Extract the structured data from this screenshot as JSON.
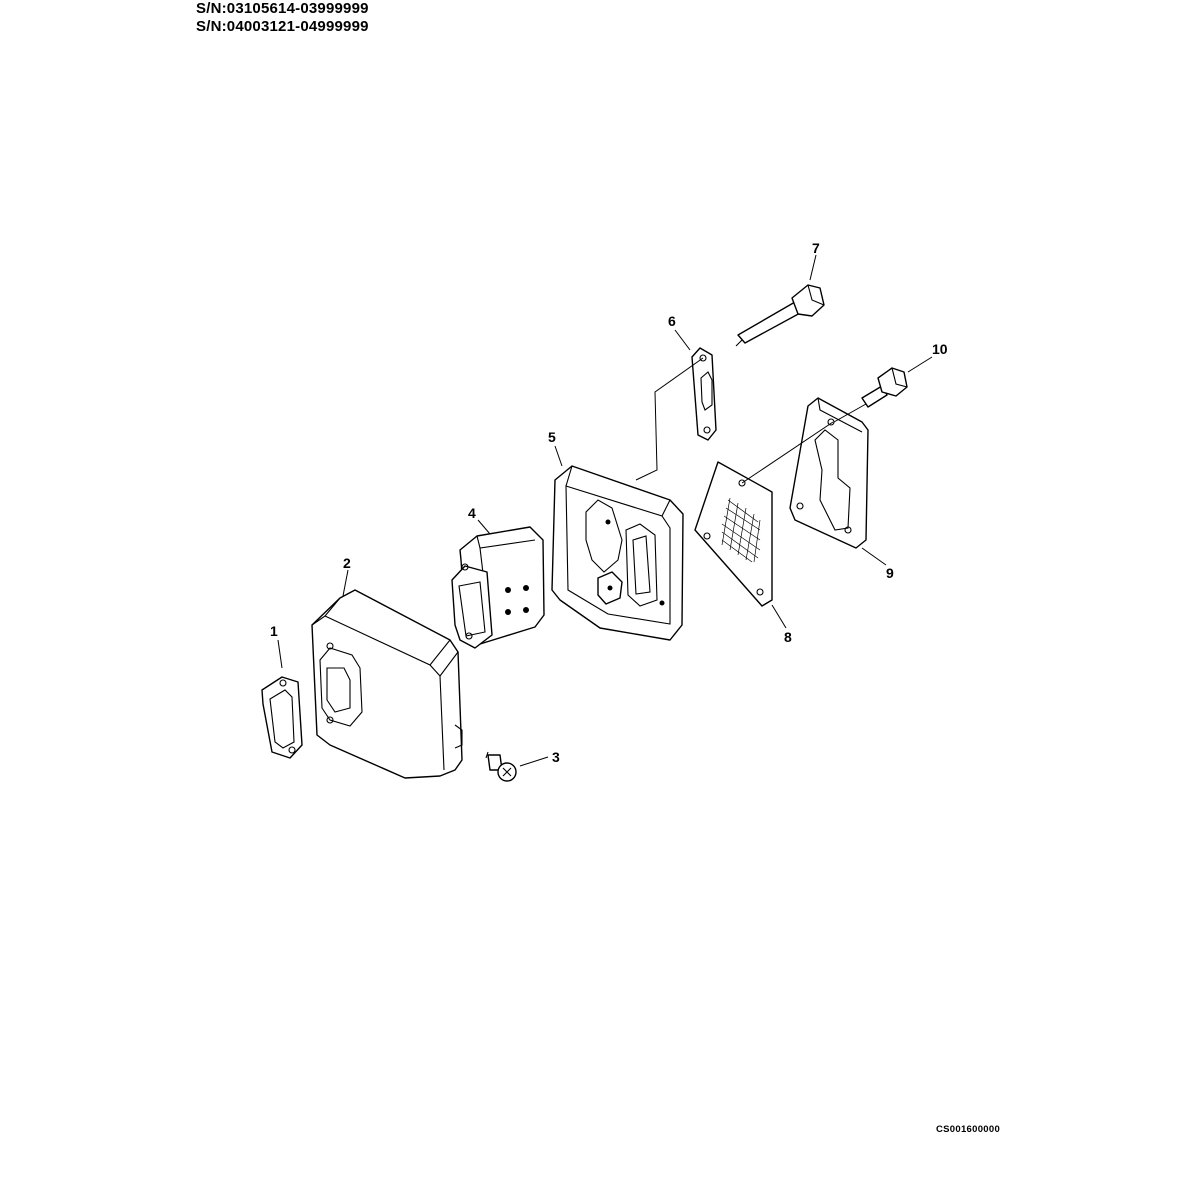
{
  "header": {
    "serial_range_1": "S/N:03105614-03999999",
    "serial_range_2": "S/N:04003121-04999999"
  },
  "parts": [
    {
      "number": "1",
      "icon": "gasket-icon"
    },
    {
      "number": "2",
      "icon": "muffler-body-icon"
    },
    {
      "number": "3",
      "icon": "screw-icon"
    },
    {
      "number": "4",
      "icon": "baffle-icon"
    },
    {
      "number": "5",
      "icon": "muffler-cover-icon"
    },
    {
      "number": "6",
      "icon": "plate-icon"
    },
    {
      "number": "7",
      "icon": "bolt-icon"
    },
    {
      "number": "8",
      "icon": "spark-arrestor-screen-icon"
    },
    {
      "number": "9",
      "icon": "bracket-icon"
    },
    {
      "number": "10",
      "icon": "screw-icon"
    }
  ],
  "footer": {
    "figure_code": "CS001600000"
  }
}
